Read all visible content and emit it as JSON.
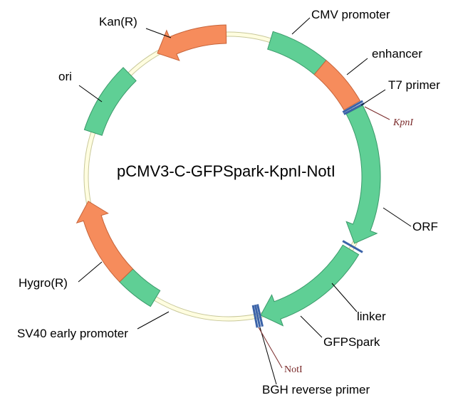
{
  "title": "pCMV3-C-GFPSpark-KpnI-NotI",
  "colors": {
    "green": "#5fcf95",
    "green_edge": "#3a9a6a",
    "orange": "#f68c5c",
    "orange_edge": "#c7643a",
    "site_marker": "#3b63a8"
  },
  "features": [
    {
      "id": "cmv-promoter",
      "label": "CMV promoter",
      "color": "green"
    },
    {
      "id": "enhancer",
      "label": "enhancer",
      "color": "orange"
    },
    {
      "id": "orf",
      "label": "ORF",
      "color": "green"
    },
    {
      "id": "gfpspark",
      "label": "GFPSpark",
      "color": "green"
    },
    {
      "id": "sv40-early-promoter",
      "label": "SV40 early promoter",
      "color": "green"
    },
    {
      "id": "hygro",
      "label": "Hygro(R)",
      "color": "orange"
    },
    {
      "id": "ori",
      "label": "ori",
      "color": "green"
    },
    {
      "id": "kan",
      "label": "Kan(R)",
      "color": "orange"
    }
  ],
  "markers": {
    "t7_primer": "T7 primer",
    "linker": "linker",
    "bgh_reverse_primer": "BGH reverse primer"
  },
  "sites": {
    "kpni": "KpnI",
    "noti": "NotI"
  }
}
